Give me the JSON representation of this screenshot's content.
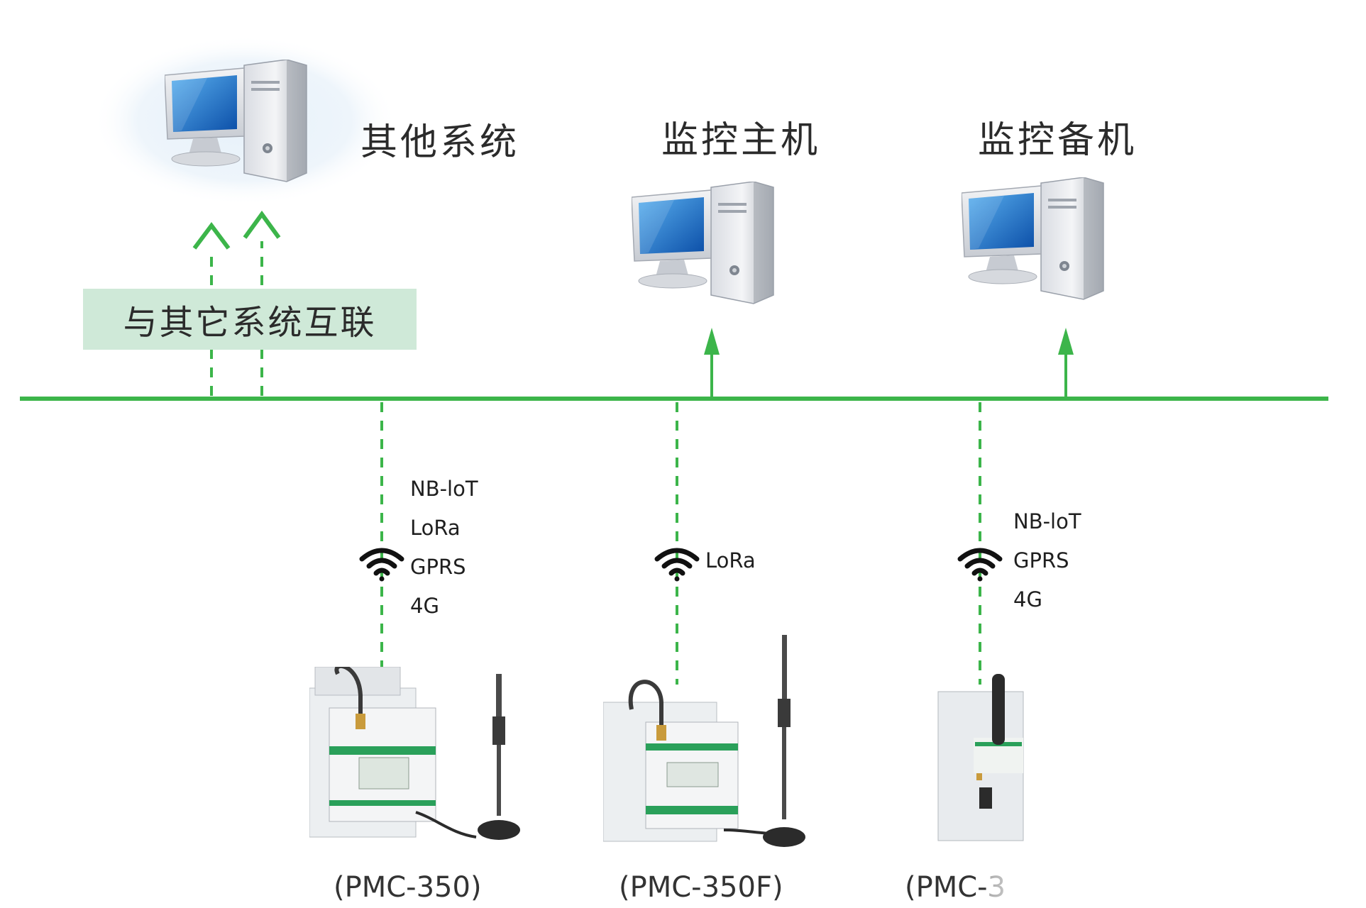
{
  "systems": {
    "other": {
      "label": "其他系统"
    },
    "primary": {
      "label": "监控主机"
    },
    "backup": {
      "label": "监控备机"
    },
    "interconnect_label": "与其它系统互联"
  },
  "devices": [
    {
      "model": "(PMC-350)",
      "protocols": [
        "NB-loT",
        "LoRa",
        "GPRS",
        "4G"
      ]
    },
    {
      "model": "(PMC-350F)",
      "protocols": [
        "LoRa"
      ]
    },
    {
      "model": "(PMC-3",
      "protocols": [
        "NB-loT",
        "GPRS",
        "4G"
      ]
    }
  ],
  "colors": {
    "bus": "#3cb54a",
    "tag_bg": "#cfe9d8",
    "text": "#2b2b2b"
  }
}
